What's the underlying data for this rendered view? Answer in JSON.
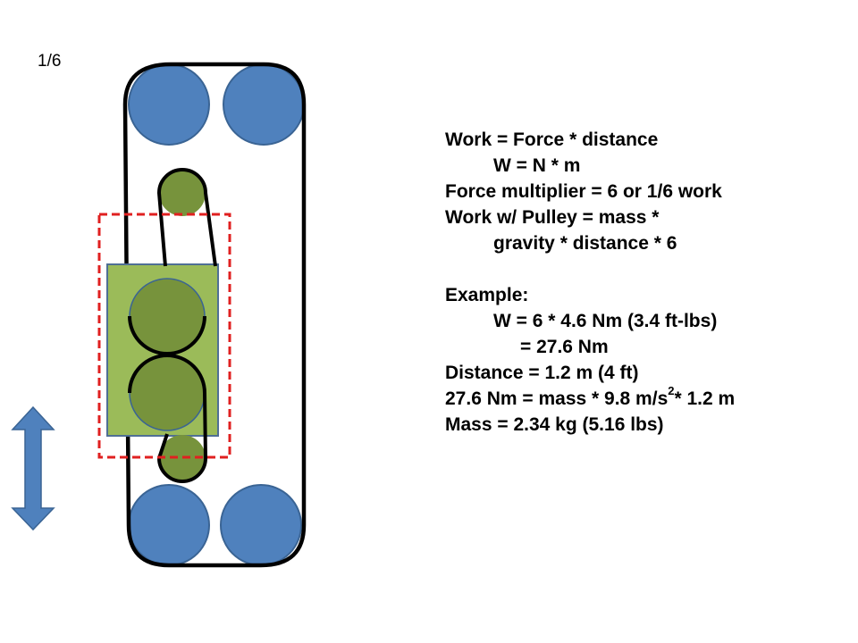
{
  "slide": {
    "ratio_label": "1/6"
  },
  "colors": {
    "roller_blue": "#4f81bd",
    "roller_blue_stroke": "#3a6494",
    "pulley_green": "#77933c",
    "carriage_green": "#9bbb59",
    "carriage_stroke": "#4f6f95",
    "belt": "#000000",
    "boundary_dash": "#e02020",
    "arrow_fill": "#4f81bd"
  },
  "icons": {
    "motion_arrow": "double-headed-vertical-arrow"
  },
  "text": {
    "work_def": "Work = Force * distance",
    "work_units": "W = N * m",
    "force_multiplier": "Force multiplier = 6 or 1/6 work",
    "pulley_work_1": "Work w/ Pulley = mass *",
    "pulley_work_2": "gravity * distance * 6",
    "example_heading": "Example:",
    "example_w": "W = 6 * 4.6 Nm (3.4 ft-lbs)",
    "example_result": "= 27.6 Nm",
    "distance": "Distance = 1.2 m (4 ft)",
    "mass_eq_part1": "27.6 Nm = mass * 9.8 m/s",
    "mass_eq_exp": "2",
    "mass_eq_part2": "* 1.2 m",
    "mass_result": "Mass = 2.34 kg (5.16 lbs)"
  }
}
